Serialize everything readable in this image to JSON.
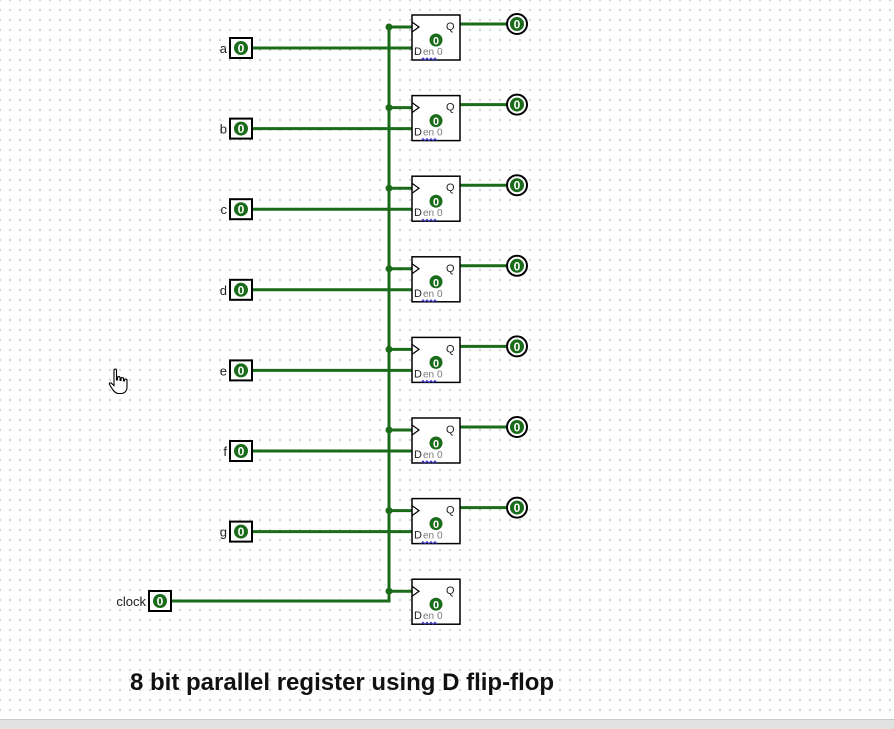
{
  "caption": "8 bit parallel register using D flip-flop",
  "colors": {
    "wire": "#1a6b1a",
    "pin_fill": "#1a6b1a",
    "pin_text": "#ffffff",
    "outline": "#000000",
    "dff_sub_label": "#7a7a7a",
    "dff_sub_mark": "#3a3ad0"
  },
  "inputs": [
    {
      "label": "a",
      "value": "0"
    },
    {
      "label": "b",
      "value": "0"
    },
    {
      "label": "c",
      "value": "0"
    },
    {
      "label": "d",
      "value": "0"
    },
    {
      "label": "e",
      "value": "0"
    },
    {
      "label": "f",
      "value": "0"
    },
    {
      "label": "g",
      "value": "0"
    }
  ],
  "clock": {
    "label": "clock",
    "value": "0"
  },
  "flipflops": [
    {
      "state": "0",
      "q_label": "Q",
      "d_label": "D",
      "en_label": "en",
      "sub_value": "0"
    },
    {
      "state": "0",
      "q_label": "Q",
      "d_label": "D",
      "en_label": "en",
      "sub_value": "0"
    },
    {
      "state": "0",
      "q_label": "Q",
      "d_label": "D",
      "en_label": "en",
      "sub_value": "0"
    },
    {
      "state": "0",
      "q_label": "Q",
      "d_label": "D",
      "en_label": "en",
      "sub_value": "0"
    },
    {
      "state": "0",
      "q_label": "Q",
      "d_label": "D",
      "en_label": "en",
      "sub_value": "0"
    },
    {
      "state": "0",
      "q_label": "Q",
      "d_label": "D",
      "en_label": "en",
      "sub_value": "0"
    },
    {
      "state": "0",
      "q_label": "Q",
      "d_label": "D",
      "en_label": "en",
      "sub_value": "0"
    },
    {
      "state": "0",
      "q_label": "Q",
      "d_label": "D",
      "en_label": "en",
      "sub_value": "0"
    }
  ],
  "outputs": [
    {
      "value": "0"
    },
    {
      "value": "0"
    },
    {
      "value": "0"
    },
    {
      "value": "0"
    },
    {
      "value": "0"
    },
    {
      "value": "0"
    },
    {
      "value": "0"
    }
  ],
  "icons": {
    "cursor": "hand-pointer-icon"
  }
}
